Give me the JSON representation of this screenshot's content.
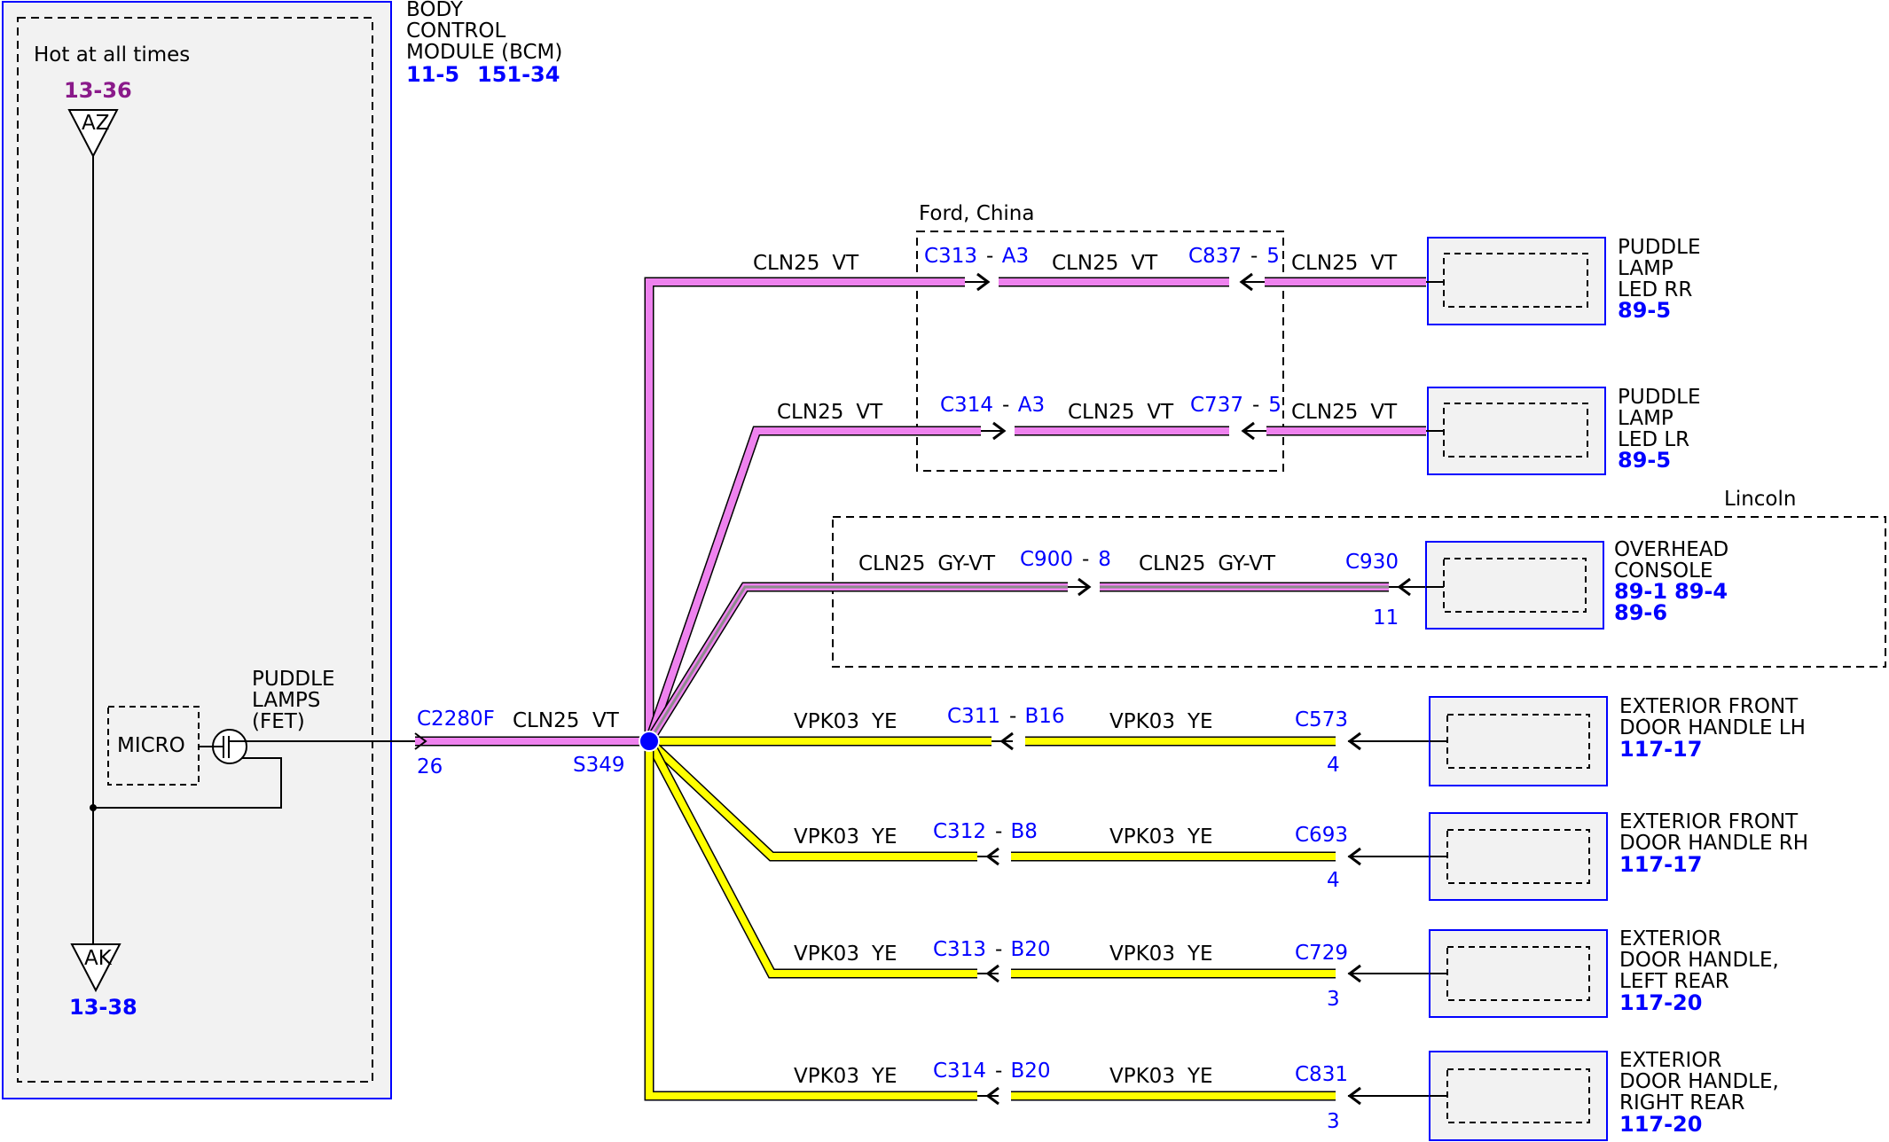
{
  "bcm": {
    "title_lines": [
      "BODY",
      "CONTROL",
      "MODULE (BCM)"
    ],
    "refs": [
      "11-5",
      "151-34"
    ],
    "hot_label": "Hot at all times",
    "az_ref": "13-36",
    "az_label": "AZ",
    "ak_label": "AK",
    "ak_ref": "13-38",
    "micro_label": "MICRO",
    "fet_lines": [
      "PUDDLE",
      "LAMPS",
      "(FET)"
    ]
  },
  "trunk": {
    "connector": "C2280F",
    "pin": "26",
    "wire": "CLN25",
    "color": "VT",
    "splice": "S349"
  },
  "groups": {
    "ford_china": "Ford, China",
    "lincoln": "Lincoln"
  },
  "branches": {
    "rr": {
      "w1": "CLN25",
      "c1": "VT",
      "conn1": "C313",
      "pin1": "A3",
      "w2": "CLN25",
      "c2": "VT",
      "conn2": "C837",
      "pin2": "5",
      "w3": "CLN25",
      "c3": "VT",
      "device": [
        "PUDDLE",
        "LAMP",
        "LED RR"
      ],
      "ref": "89-5"
    },
    "lr": {
      "w1": "CLN25",
      "c1": "VT",
      "conn1": "C314",
      "pin1": "A3",
      "w2": "CLN25",
      "c2": "VT",
      "conn2": "C737",
      "pin2": "5",
      "w3": "CLN25",
      "c3": "VT",
      "device": [
        "PUDDLE",
        "LAMP",
        "LED LR"
      ],
      "ref": "89-5"
    },
    "oh": {
      "w1": "CLN25",
      "c1": "GY-VT",
      "conn1": "C900",
      "pin1": "8",
      "w2": "CLN25",
      "c2": "GY-VT",
      "conn2": "C930",
      "pin2": "11",
      "device": [
        "OVERHEAD",
        "CONSOLE"
      ],
      "refs": [
        "89-1",
        "89-4",
        "89-6"
      ]
    },
    "flh": {
      "w1": "VPK03",
      "c1": "YE",
      "conn1": "C311",
      "pin1": "B16",
      "w2": "VPK03",
      "c2": "YE",
      "conn2": "C573",
      "pin2": "4",
      "device": [
        "EXTERIOR FRONT",
        "DOOR HANDLE LH"
      ],
      "ref": "117-17"
    },
    "frh": {
      "w1": "VPK03",
      "c1": "YE",
      "conn1": "C312",
      "pin1": "B8",
      "w2": "VPK03",
      "c2": "YE",
      "conn2": "C693",
      "pin2": "4",
      "device": [
        "EXTERIOR FRONT",
        "DOOR HANDLE RH"
      ],
      "ref": "117-17"
    },
    "lrr": {
      "w1": "VPK03",
      "c1": "YE",
      "conn1": "C313",
      "pin1": "B20",
      "w2": "VPK03",
      "c2": "YE",
      "conn2": "C729",
      "pin2": "3",
      "device": [
        "EXTERIOR",
        "DOOR HANDLE,",
        "LEFT REAR"
      ],
      "ref": "117-20"
    },
    "rrr": {
      "w1": "VPK03",
      "c1": "YE",
      "conn1": "C314",
      "pin1": "B20",
      "w2": "VPK03",
      "c2": "YE",
      "conn2": "C831",
      "pin2": "3",
      "device": [
        "EXTERIOR",
        "DOOR HANDLE,",
        "RIGHT REAR"
      ],
      "ref": "117-20"
    }
  },
  "colors": {
    "violet_wire": "#ee82ee",
    "yellow_wire": "#ffff00",
    "gray_wire": "#8c8c8c",
    "ref_blue": "#0000ff",
    "ref_purple": "#8a1a8a",
    "module_fill": "#f2f2f2"
  }
}
